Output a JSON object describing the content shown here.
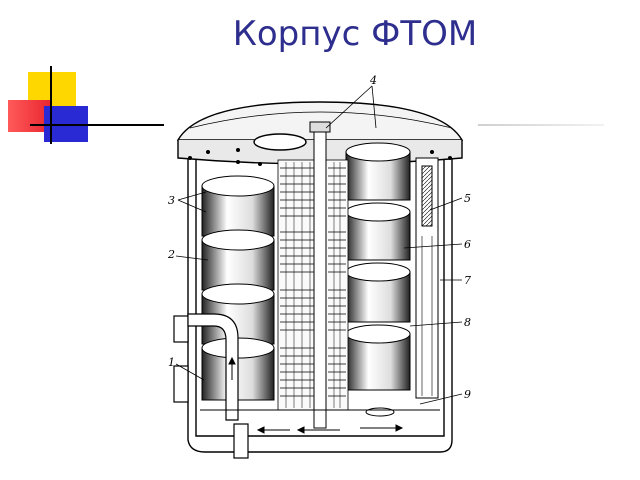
{
  "slide": {
    "title": "Корпус ФТОМ"
  },
  "diagram": {
    "callouts": [
      "1",
      "2",
      "3",
      "4",
      "5",
      "6",
      "7",
      "8",
      "9"
    ]
  },
  "colors": {
    "title": "#2e2e8f",
    "deco_yellow": "#ffd700",
    "deco_red": "#e8252e",
    "deco_blue": "#2a2ad4",
    "line": "#000000"
  }
}
